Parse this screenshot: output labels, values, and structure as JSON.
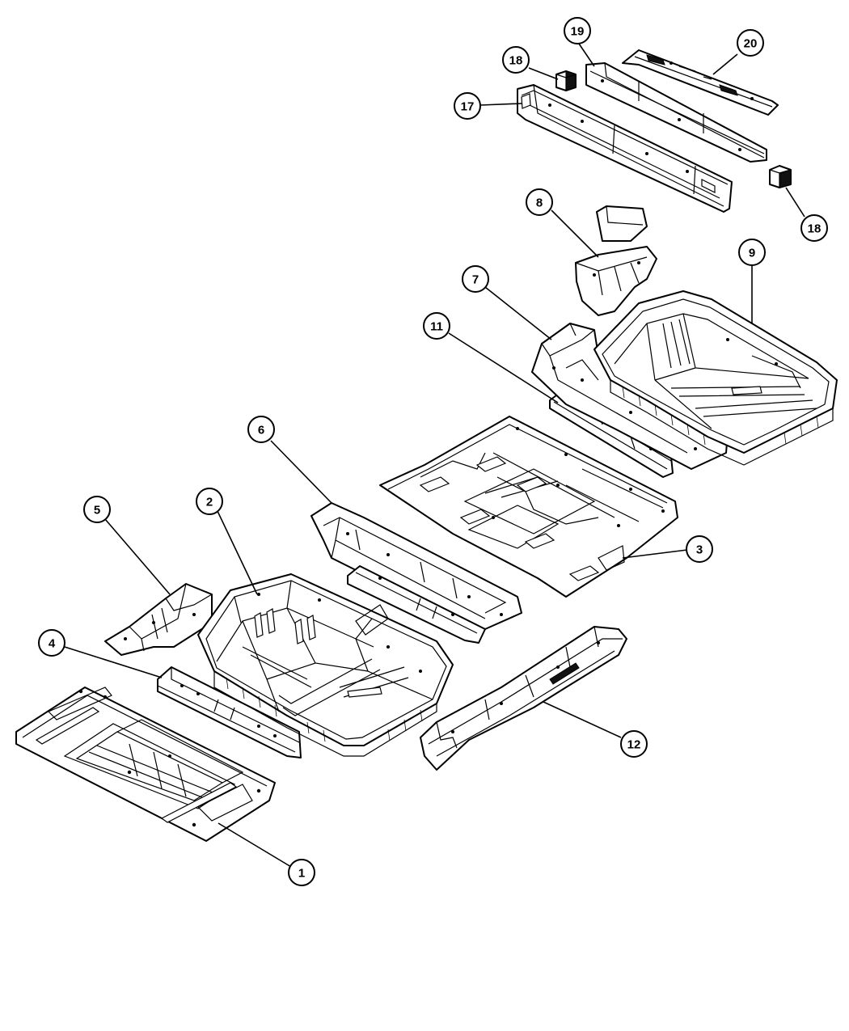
{
  "callouts": {
    "c1": "1",
    "c2": "2",
    "c3": "3",
    "c4": "4",
    "c5": "5",
    "c6": "6",
    "c7": "7",
    "c8": "8",
    "c9": "9",
    "c11": "11",
    "c12": "12",
    "c17": "17",
    "c18a": "18",
    "c18b": "18",
    "c19": "19",
    "c20": "20"
  }
}
